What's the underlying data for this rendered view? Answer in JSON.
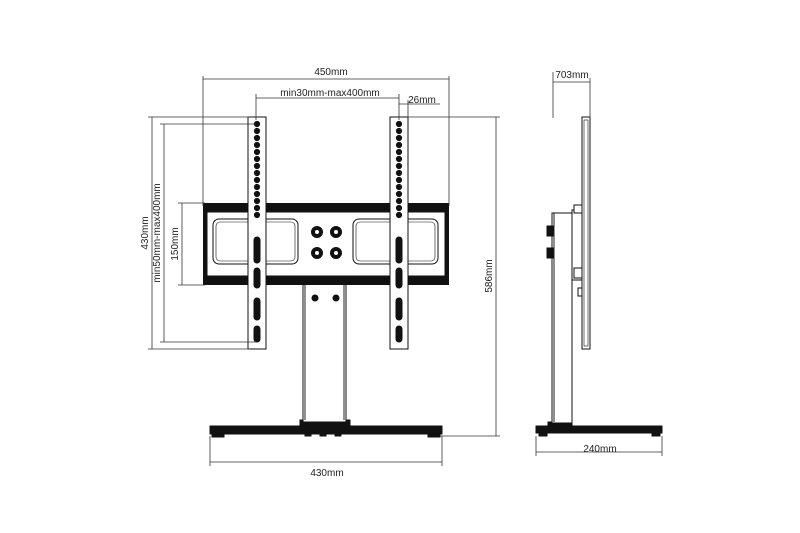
{
  "dimensions": {
    "overall_width": "450mm",
    "vesa_horizontal": "min30mm-max400mm",
    "bracket_width": "26mm",
    "overall_height": "430mm",
    "vesa_vertical": "min50mm-max400mm",
    "bracket_spacing": "150mm",
    "total_height": "586mm",
    "base_width": "430mm",
    "side_top": "703mm",
    "base_depth": "240mm"
  }
}
